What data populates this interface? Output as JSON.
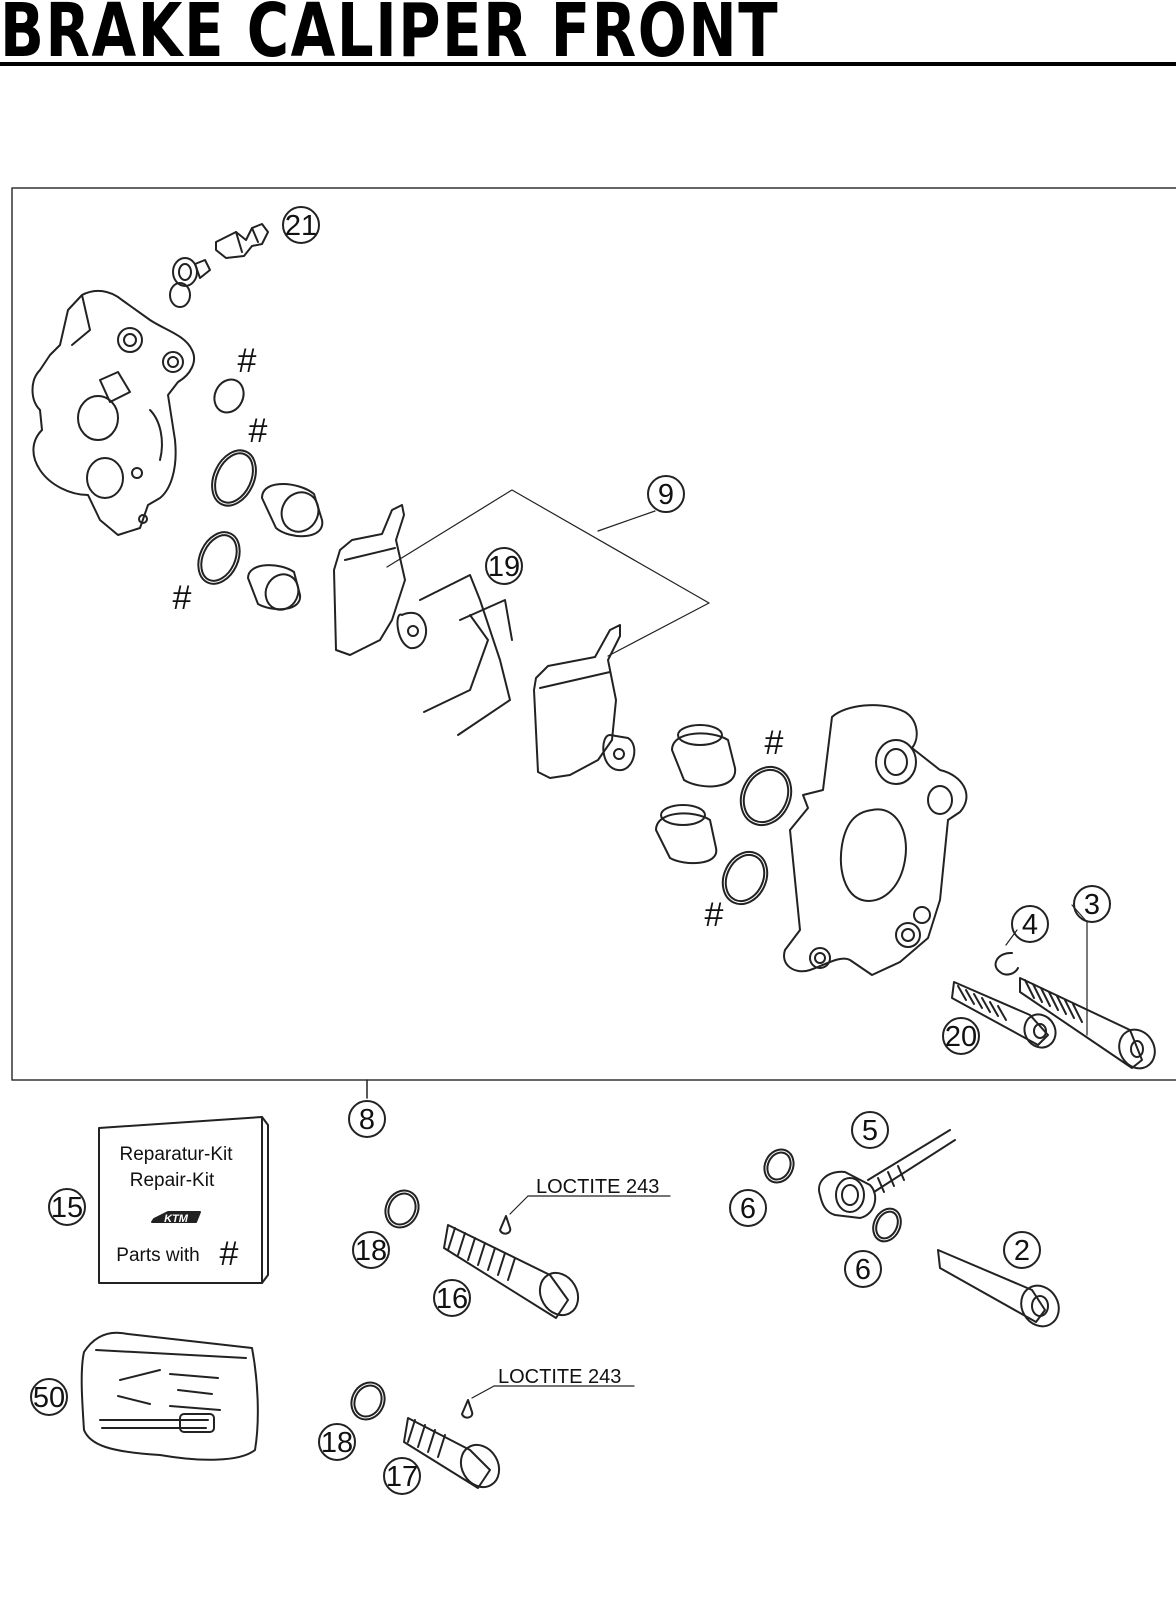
{
  "title": "BRAKE CALIPER FRONT",
  "callouts": {
    "c21": "21",
    "c9": "9",
    "c19": "19",
    "c3": "3",
    "c4": "4",
    "c20": "20",
    "c8": "8",
    "c5": "5",
    "c6a": "6",
    "c6b": "6",
    "c2": "2",
    "c15": "15",
    "c18a": "18",
    "c16": "16",
    "c50": "50",
    "c18b": "18",
    "c17": "17"
  },
  "hash_mark": "#",
  "kit": {
    "line1": "Reparatur-Kit",
    "line2": "Repair-Kit",
    "brand": "KTM",
    "line3": "Parts with",
    "line3_mark": "#"
  },
  "loctite_a": "LOCTITE 243",
  "loctite_b": "LOCTITE 243"
}
